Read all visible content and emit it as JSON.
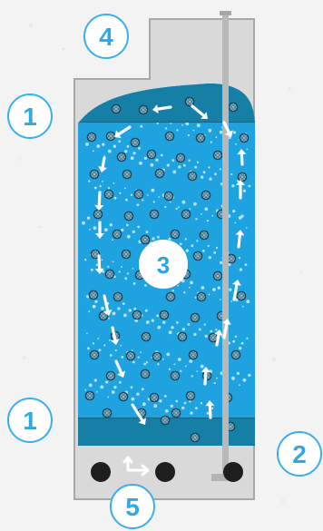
{
  "callouts": {
    "top_screen": "1",
    "bottom_screen": "1",
    "outlet": "2",
    "media_bed": "3",
    "headspace": "4",
    "air_grid": "5"
  },
  "colors": {
    "background": "#f3f3f3",
    "tank_fill": "#d9d9d9",
    "tank_outline": "#a7a7a7",
    "media_blue": "#1fa3e0",
    "screen_blue": "#167fa6",
    "bubble": "#d8f1ff",
    "carrier_dark": "#173f53",
    "arrow": "#ffffff",
    "callout_ring": "#39aef0",
    "callout_text": "#30a8e6",
    "pipe": "#b8b8b8",
    "diffuser": "#1e1e1e"
  },
  "icons": {
    "flow_arrow": "white-arrow-icon",
    "carrier": "media-carrier-icon",
    "air_diffuser": "air-diffuser-icon"
  }
}
